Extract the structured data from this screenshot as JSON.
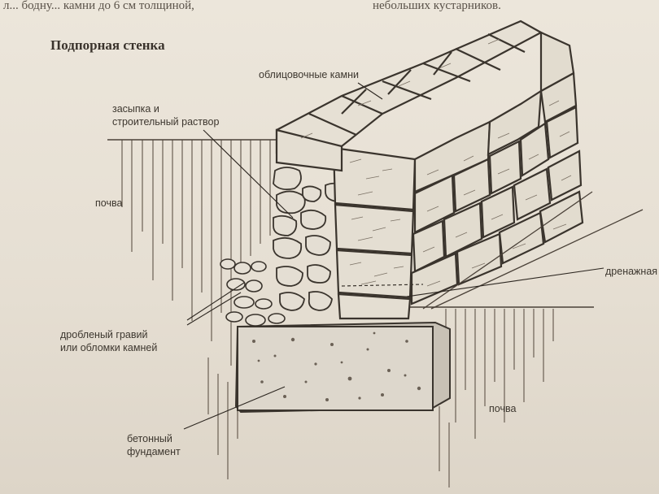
{
  "page": {
    "top_left_text": "л... бодну... камни до 6 см толщиной,",
    "top_right_text": "небольших кустарников.",
    "title": "Подпорная стенка"
  },
  "labels": {
    "facing_stones": "облицовочные камни",
    "backfill_line1": "засыпка и",
    "backfill_line2": "строительный раствор",
    "soil_left": "почва",
    "drainage": "дренажная",
    "gravel_line1": "дробленый гравий",
    "gravel_line2": "или обломки камней",
    "soil_right": "почва",
    "foundation_line1": "бетонный",
    "foundation_line2": "фундамент"
  },
  "colors": {
    "ink": "#3a342d",
    "stone": "#e3ddd2",
    "concrete": "#dcd6cb"
  }
}
